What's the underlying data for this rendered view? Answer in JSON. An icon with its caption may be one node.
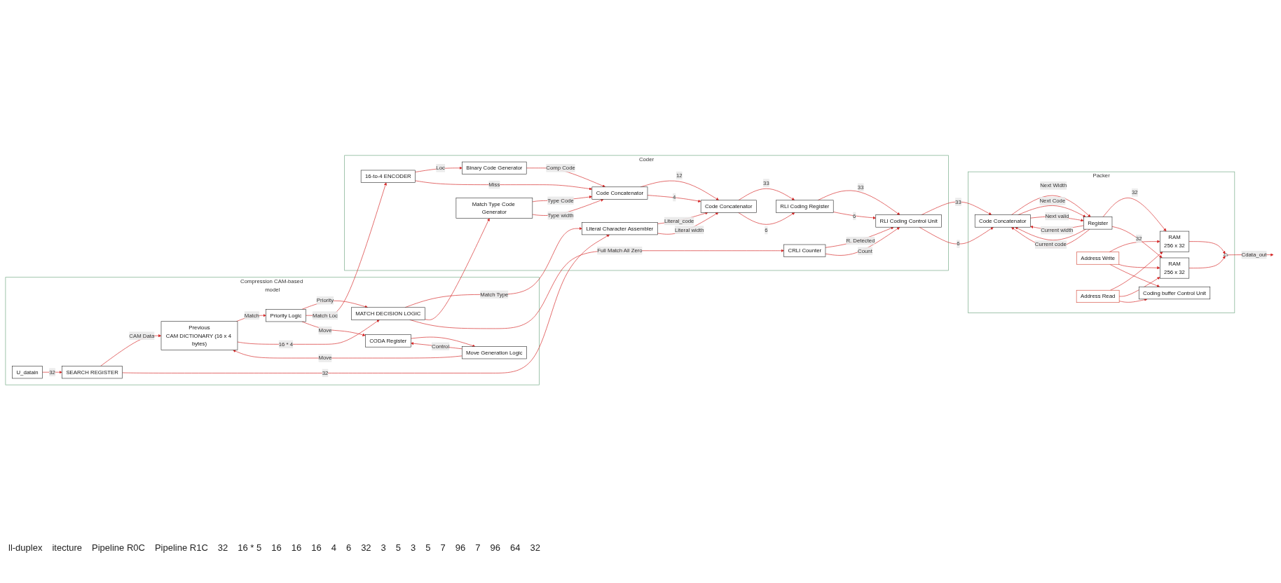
{
  "diagram": {
    "nodes": [
      {
        "text": [
          "Compression CAM-based model"
        ]
      },
      {
        "text": [
          "U_datain"
        ],
        "in": 0
      },
      {
        "text": [
          "SEARCH REGISTER"
        ],
        "in": 0
      },
      {
        "text": [
          "Previous",
          "CAM DICTIONARY (16 x 4 bytes)"
        ],
        "in": 0
      },
      {
        "text": [
          "Priority Logic"
        ],
        "in": 0
      },
      {
        "text": [
          "MATCH DECISION LOGIC"
        ],
        "in": 0
      },
      {
        "text": [
          "Move Generation Logic"
        ],
        "in": 0
      },
      {
        "text": [
          "CODA Register"
        ],
        "in": 0
      },
      {
        "text": [
          "Coder"
        ]
      },
      {
        "text": [
          "Literal Character Assembler"
        ],
        "in": 8
      },
      {
        "text": [
          "Match Type Code Generator"
        ],
        "in": 8
      },
      {
        "text": [
          "16-to-4 ENCODER"
        ],
        "in": 8
      },
      {
        "text": [
          "Binary Code Generator"
        ],
        "in": 8
      },
      {
        "text": [
          "Code Concatenator"
        ],
        "in": 8
      },
      {
        "text": [
          "Code Concatenator"
        ],
        "in": 8
      },
      {
        "text": [
          "RLI Coding Register"
        ],
        "in": 8
      },
      {
        "text": [
          "RLI Coding Control Unit"
        ],
        "in": 8
      },
      {
        "text": [
          "CRLI Counter"
        ],
        "in": 8
      },
      {
        "text": [
          "Packer"
        ]
      },
      {
        "text": [
          "Coding buffer Control Unit"
        ],
        "in": 18
      },
      {
        "text": [
          "Code Concatenator"
        ],
        "in": 18
      },
      {
        "text": [
          "Register"
        ],
        "in": 18
      },
      {
        "text": [
          "RAM",
          "256 x 32"
        ],
        "in": 18
      },
      {
        "text": [
          "Address Write"
        ],
        "in": 18
      },
      {
        "text": [
          "Address Read"
        ],
        "in": 18
      },
      {
        "text": [
          "RAM",
          "256 x 32"
        ],
        "in": 18
      },
      {
        "text": [],
        "shape": "trapezoid",
        "in": 18
      }
    ],
    "edges": [
      {
        "from": 1,
        "to": 2,
        "arrow": "to",
        "label": "32"
      },
      {
        "from": 2,
        "to": 3,
        "arrow": "to",
        "label": "CAM Data"
      },
      {
        "from": 2,
        "to": 9,
        "arrow": "to",
        "label": "32"
      },
      {
        "from": 3,
        "to": 4,
        "arrow": "to",
        "label": "Match"
      },
      {
        "from": 3,
        "to": 5,
        "arrow": "to",
        "label": "16 * 4"
      },
      {
        "from": 4,
        "to": 5,
        "arrow": "to",
        "label": "Priority"
      },
      {
        "from": 4,
        "to": 11,
        "arrow": "to",
        "label": "Match Loc"
      },
      {
        "from": 4,
        "to": 7,
        "arrow": "to",
        "label": "Move"
      },
      {
        "from": 7,
        "to": 6,
        "arrow": "to"
      },
      {
        "from": 6,
        "to": 3,
        "arrow": "to",
        "label": "Move"
      },
      {
        "from": 6,
        "to": 7,
        "arrow": "to",
        "label": "Control"
      },
      {
        "from": 5,
        "to": 9,
        "arrow": "to",
        "label": "Match Type"
      },
      {
        "from": 5,
        "to": 10,
        "arrow": "to"
      },
      {
        "from": 5,
        "to": 17,
        "arrow": "to",
        "label": "Full Match All Zero"
      },
      {
        "from": 11,
        "to": 12,
        "arrow": "to",
        "label": "Loc"
      },
      {
        "from": 11,
        "to": 13,
        "arrow": "to",
        "label": "Miss"
      },
      {
        "from": 9,
        "to": 14,
        "arrow": "to",
        "label": "Literal_code"
      },
      {
        "from": 9,
        "to": 14,
        "arrow": "to",
        "label": "Literal width"
      },
      {
        "from": 10,
        "to": 13,
        "arrow": "to",
        "label": "Type Code"
      },
      {
        "from": 10,
        "to": 13,
        "arrow": "to",
        "label": "Type width"
      },
      {
        "from": 12,
        "to": 13,
        "arrow": "to",
        "label": "Comp Code"
      },
      {
        "from": 13,
        "to": 14,
        "arrow": "to",
        "label": "12"
      },
      {
        "from": 13,
        "to": 14,
        "arrow": "to",
        "label": "4"
      },
      {
        "from": 14,
        "to": 15,
        "arrow": "to",
        "label": "33"
      },
      {
        "from": 14,
        "to": 15,
        "arrow": "to",
        "label": "6"
      },
      {
        "from": 15,
        "to": 16,
        "arrow": "to",
        "label": "33"
      },
      {
        "from": 15,
        "to": 16,
        "arrow": "to",
        "label": "6"
      },
      {
        "from": 17,
        "to": 16,
        "arrow": "to",
        "label": "R. Detected"
      },
      {
        "from": 17,
        "to": 16,
        "arrow": "to",
        "label": "Count"
      },
      {
        "from": 16,
        "to": 20,
        "arrow": "to",
        "label": "33"
      },
      {
        "from": 16,
        "to": 20,
        "arrow": "to",
        "label": "6"
      },
      {
        "from": 20,
        "to": 21,
        "arrow": "to",
        "label": "Next Width"
      },
      {
        "from": 20,
        "to": 21,
        "arrow": "to",
        "label": "Next Code"
      },
      {
        "from": 20,
        "to": 21,
        "arrow": "to",
        "label": "Next valid"
      },
      {
        "from": 21,
        "to": 20,
        "arrow": "to",
        "label": "Current width"
      },
      {
        "from": 21,
        "to": 20,
        "arrow": "to",
        "label": "Current code"
      },
      {
        "from": 21,
        "to": 20,
        "arrow": "to"
      },
      {
        "from": 21,
        "to": 22,
        "arrow": "to",
        "label": "32"
      },
      {
        "from": 21,
        "to": 25,
        "arrow": "to",
        "label": "32"
      },
      {
        "from": 23,
        "to": 22,
        "arrow": "to"
      },
      {
        "from": 23,
        "to": 25,
        "arrow": "to"
      },
      {
        "from": 24,
        "to": 22,
        "arrow": "to"
      },
      {
        "from": 24,
        "to": 25,
        "arrow": "to"
      },
      {
        "from": 23,
        "to": 19,
        "arrow": "to"
      },
      {
        "from": 24,
        "to": 19,
        "arrow": "to"
      },
      {
        "from": 22,
        "to": 26,
        "arrow": "to"
      },
      {
        "from": 25,
        "to": 26,
        "arrow": "to"
      },
      {
        "from": 26,
        "to": null,
        "arrow": "to",
        "label": "Cdata_out"
      }
    ],
    "labels": [
      "ll-duplex",
      "itecture",
      "Pipeline R0C",
      "Pipeline R1C",
      "32",
      "16 * 5",
      "16",
      "16",
      "16",
      "4",
      "6",
      "32",
      "3",
      "5",
      "3",
      "5",
      "7",
      "96",
      "7",
      "96",
      "64",
      "32"
    ]
  }
}
